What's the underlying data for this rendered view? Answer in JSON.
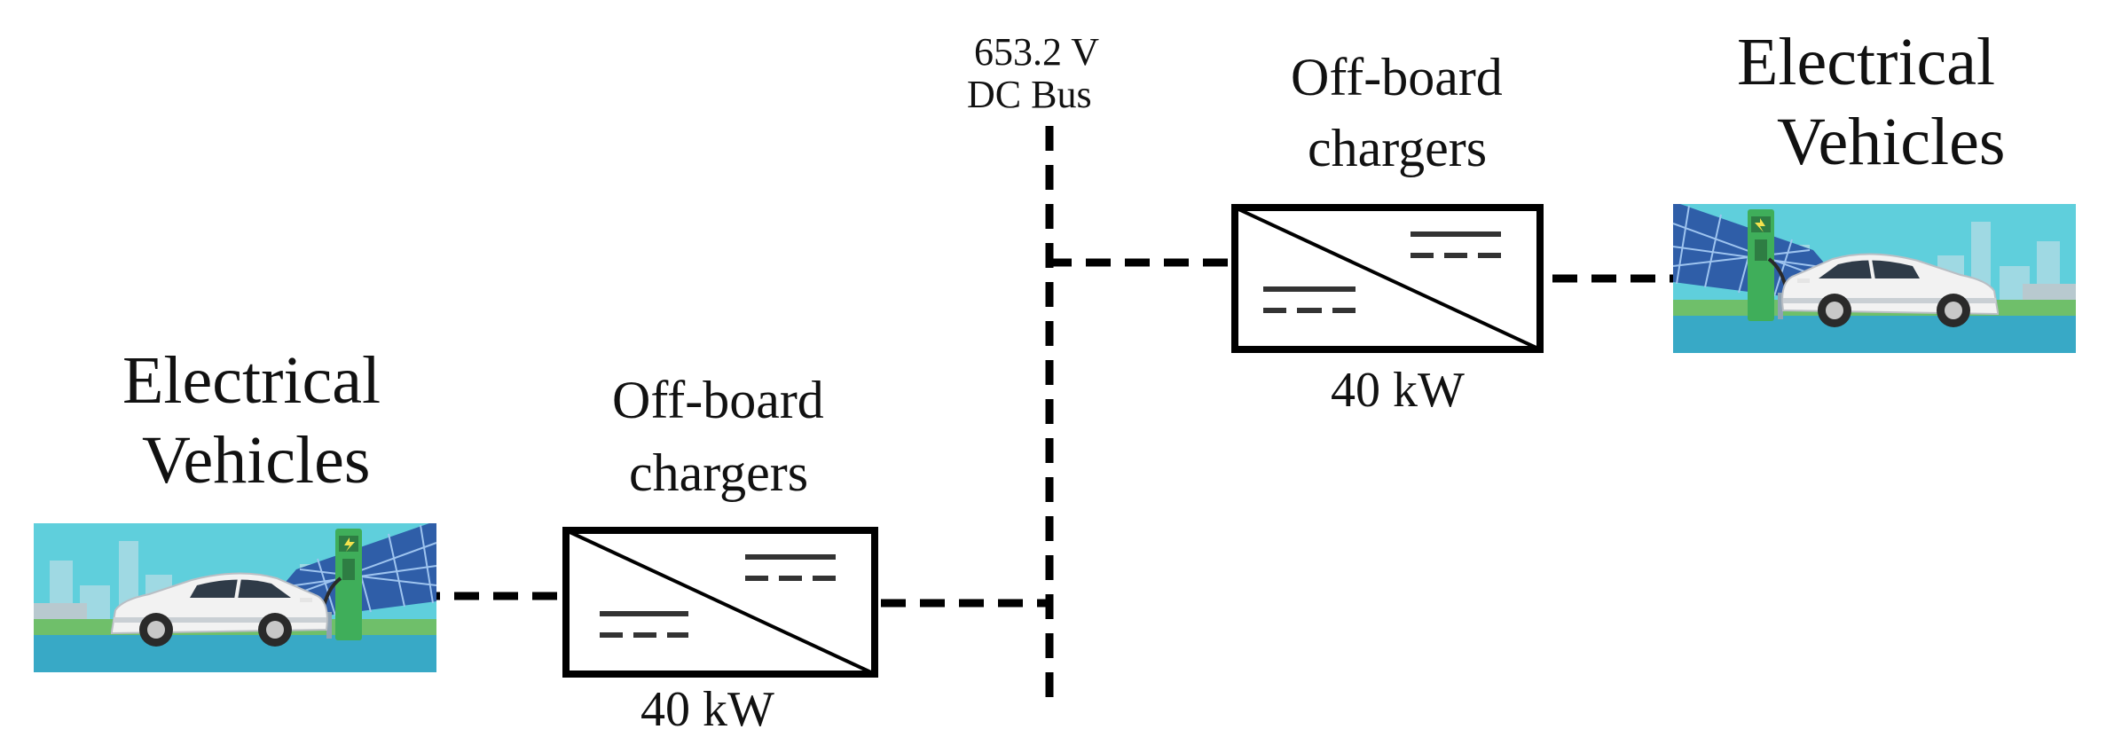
{
  "bus": {
    "voltage": "653.2 V",
    "name": "DC Bus"
  },
  "left_branch": {
    "ev_label_line1": "Electrical",
    "ev_label_line2": "Vehicles",
    "charger_label_line1": "Off-board",
    "charger_label_line2": "chargers",
    "rating": "40 kW"
  },
  "right_branch": {
    "ev_label_line1": "Electrical",
    "ev_label_line2": "Vehicles",
    "charger_label_line1": "Off-board",
    "charger_label_line2": "chargers",
    "rating": "40 kW"
  },
  "icons": [
    "ev-charging-scene-icon",
    "dc-dc-converter-icon"
  ],
  "colors": {
    "line": "#000000",
    "sky": "#5fcfdc",
    "ground": "#38a9c6",
    "grass": "#6fbf6a",
    "charger_station": "#3fae5a",
    "solar_panel": "#2f5ea8",
    "car_body": "#f2f2f2"
  }
}
